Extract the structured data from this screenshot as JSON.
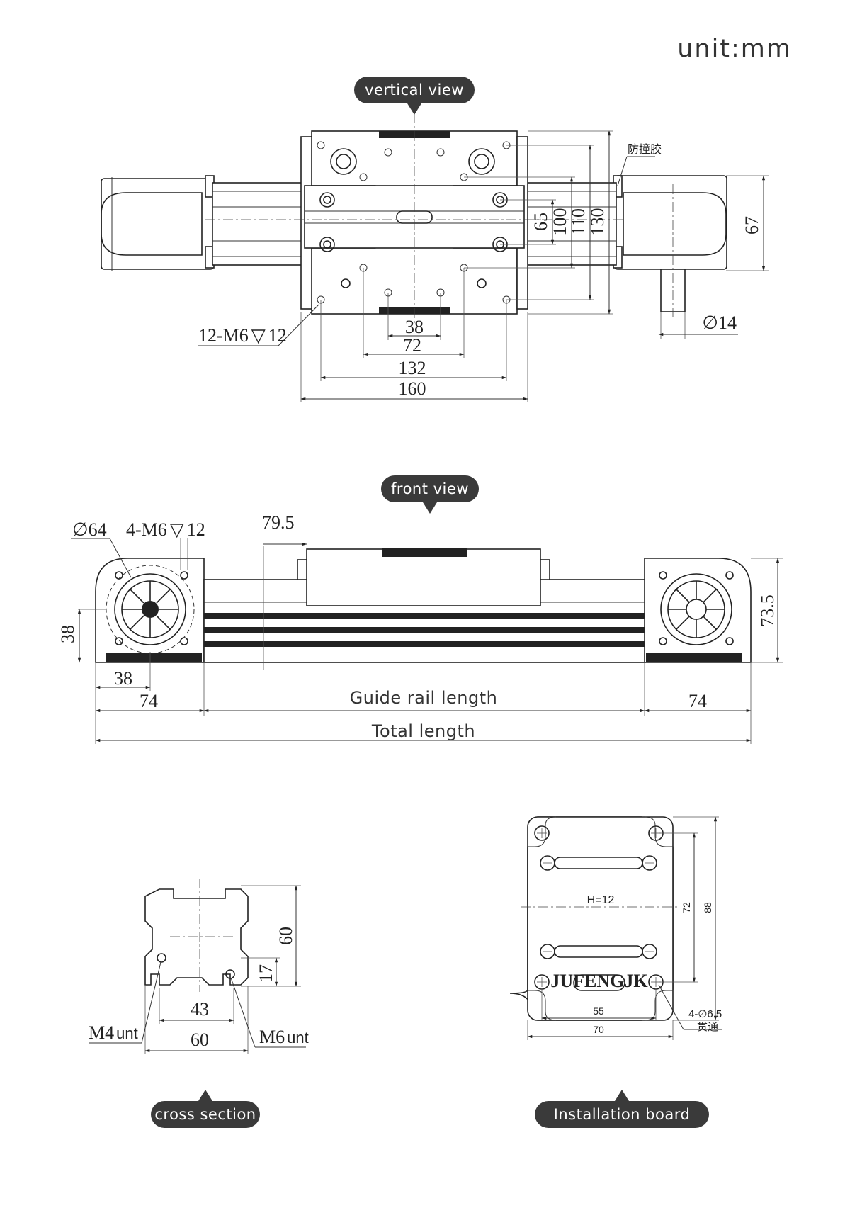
{
  "unit_label": "unit:mm",
  "labels": {
    "vertical_view": "vertical view",
    "front_view": "front view",
    "cross_section": "cross section",
    "installation_board": "Installation board"
  },
  "vertical_view": {
    "anti_collision": "防撞胶",
    "hole_note": "12-M6",
    "hole_depth": "12",
    "dims_horizontal": [
      "38",
      "72",
      "132",
      "160"
    ],
    "dims_vertical": [
      "65",
      "100",
      "110",
      "130"
    ],
    "dim_height": "67",
    "shaft_dia": "14"
  },
  "front_view": {
    "diameter": "64",
    "hole_note": "4-M6",
    "hole_depth": "12",
    "dim_795": "79.5",
    "dim_735": "73.5",
    "dim_38_vertical": "38",
    "dim_38_horizontal": "38",
    "dim_74_left": "74",
    "dim_74_right": "74",
    "guide_rail_length": "Guide rail length",
    "total_length": "Total length"
  },
  "cross_section": {
    "dim_60_vertical": "60",
    "dim_17": "17",
    "dim_43": "43",
    "dim_60_horizontal": "60",
    "m4": "M4",
    "m6": "M6",
    "unt": "unt"
  },
  "installation_board": {
    "thickness": "H=12",
    "brand": "JUFENGJK",
    "dim_72": "72",
    "dim_88": "88",
    "dim_55": "55",
    "dim_70": "70",
    "hole_note": "4-∅6.5",
    "through": "贯通"
  }
}
